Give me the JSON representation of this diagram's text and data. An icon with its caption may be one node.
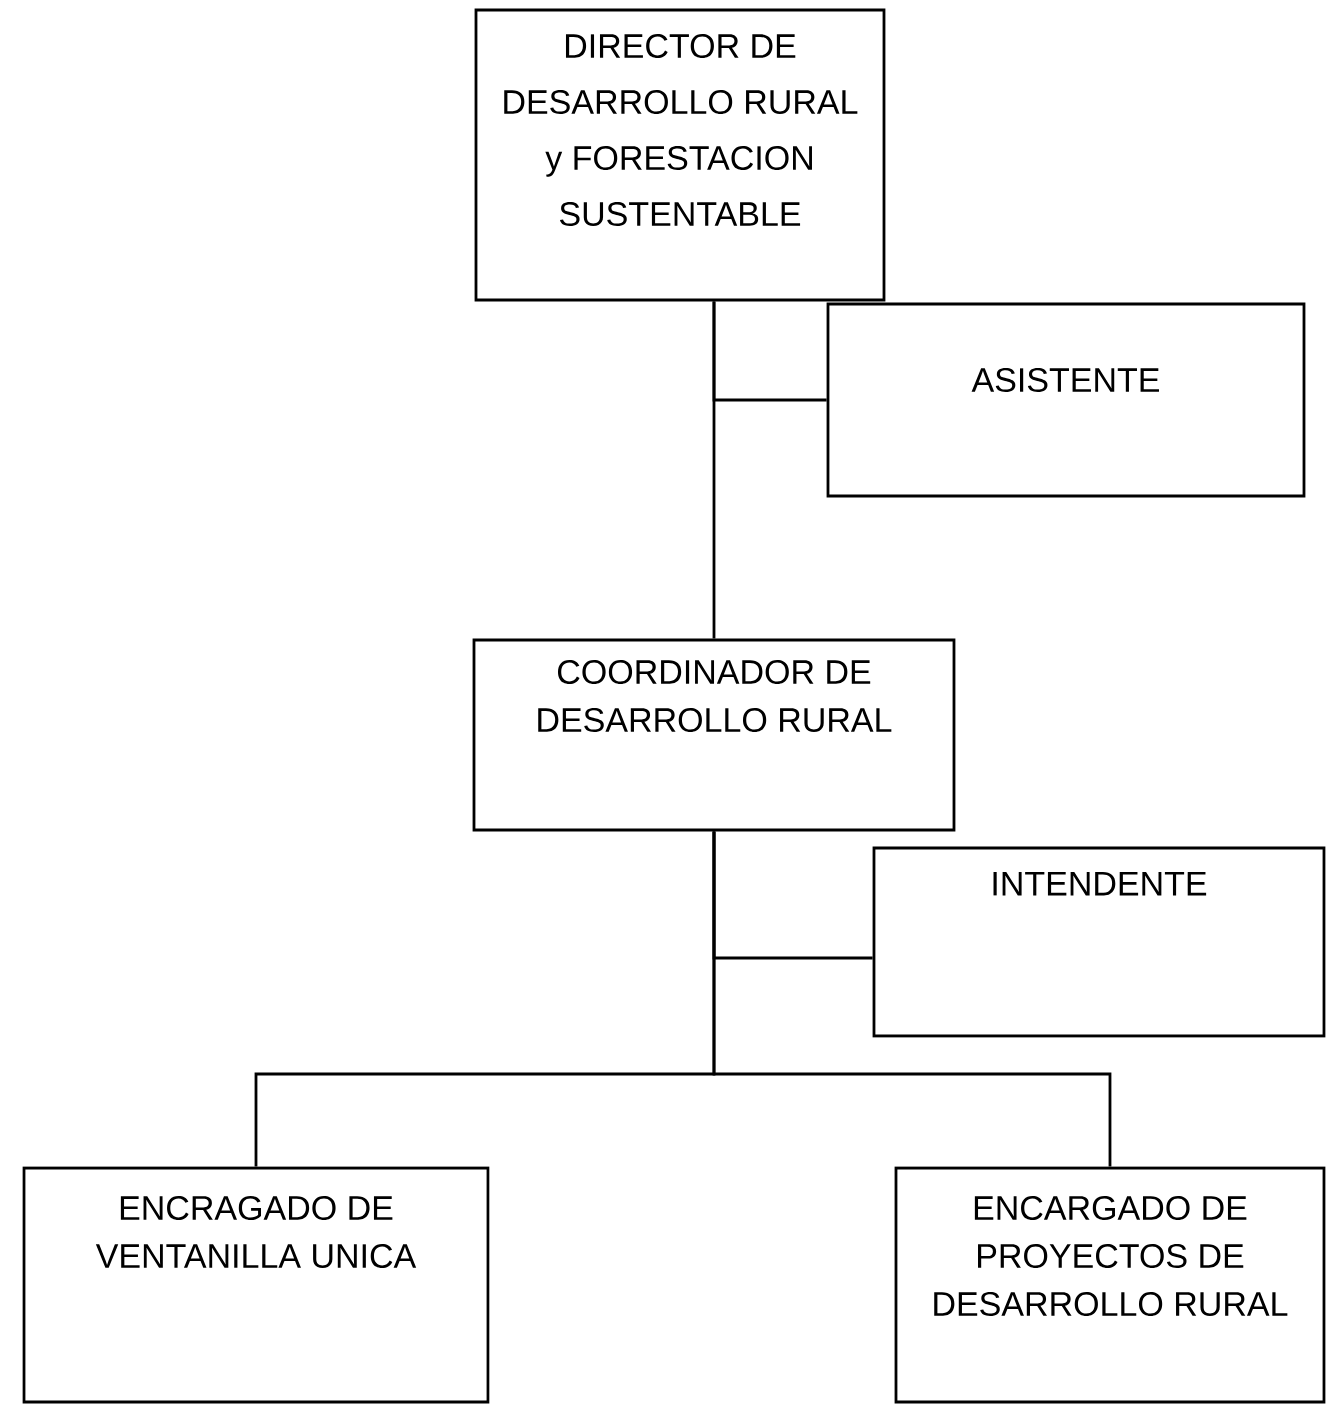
{
  "diagram": {
    "nodes": [
      {
        "text": [
          "DIRECTOR DE DESARROLLO RURAL y FORESTACION SUSTENTABLE"
        ]
      },
      {
        "text": [
          "ASISTENTE"
        ]
      },
      {
        "text": [
          "COORDINADOR DE DESARROLLO RURAL"
        ]
      },
      {
        "text": [
          "INTENDENTE"
        ]
      },
      {
        "text": [
          "ENCRAGADO DE VENTANILLA UNICA"
        ]
      },
      {
        "text": [
          "ENCARGADO DE PROYECTOS DE DESARROLLO RURAL"
        ]
      }
    ],
    "edges": [
      {
        "from": 0,
        "to": 1,
        "arrow": "none"
      },
      {
        "from": 0,
        "to": 2,
        "arrow": "none"
      },
      {
        "from": 2,
        "to": 3,
        "arrow": "none"
      },
      {
        "from": 2,
        "to": 4,
        "arrow": "none"
      },
      {
        "from": 2,
        "to": 5,
        "arrow": "none"
      }
    ]
  }
}
